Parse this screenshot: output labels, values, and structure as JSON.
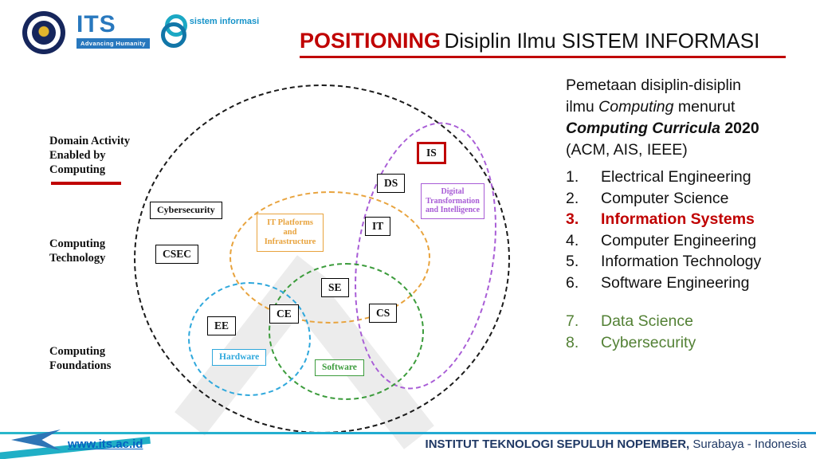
{
  "header": {
    "title_highlight": "POSITIONING",
    "title_rest": " Disiplin Ilmu SISTEM INFORMASI"
  },
  "logos": {
    "its": "ITS",
    "tagline": "Advancing Humanity",
    "dept": "sistem informasi"
  },
  "diagram": {
    "axis": {
      "top": "Domain Activity Enabled by Computing",
      "middle": "Computing Technology",
      "bottom": "Computing Foundations"
    },
    "nodes": {
      "cybersecurity": "Cybersecurity",
      "csec": "CSEC",
      "is": "IS",
      "ds": "DS",
      "it": "IT",
      "digital": "Digital Transformation and Intelligence",
      "it_platforms": "IT Platforms and Infrastructure",
      "se": "SE",
      "ce": "CE",
      "cs": "CS",
      "ee": "EE",
      "hardware": "Hardware",
      "software": "Software"
    }
  },
  "right_panel": {
    "line1": "Pemetaan disiplin-disiplin",
    "line2_pre": "ilmu ",
    "line2_italic": "Computing",
    "line2_post": " menurut",
    "line3_bold_italic": "Computing Curricula",
    "line3_bold": " 2020",
    "line4": "(ACM, AIS, IEEE)",
    "items": [
      {
        "num": "1.",
        "label": "Electrical Engineering"
      },
      {
        "num": "2.",
        "label": "Computer Science"
      },
      {
        "num": "3.",
        "label": "Information Systems"
      },
      {
        "num": "4.",
        "label": "Computer Engineering"
      },
      {
        "num": "5.",
        "label": "Information Technology"
      },
      {
        "num": "6.",
        "label": "Software Engineering"
      },
      {
        "num": "7.",
        "label": "Data Science"
      },
      {
        "num": "8.",
        "label": "Cybersecurity"
      }
    ]
  },
  "footer": {
    "link": "www.its.ac.id",
    "institute_bold": "INSTITUT TEKNOLOGI SEPULUH NOPEMBER,",
    "institute_rest": " Surabaya - Indonesia"
  },
  "colors": {
    "accent_red": "#C00000",
    "list_green": "#538135",
    "navy": "#1F3864",
    "teal": "#1BA8C4",
    "orange": "#E8A33D",
    "purple": "#A85CD6",
    "blue": "#2FA8DC",
    "green": "#3C9C3C",
    "link_blue": "#0563C1"
  }
}
